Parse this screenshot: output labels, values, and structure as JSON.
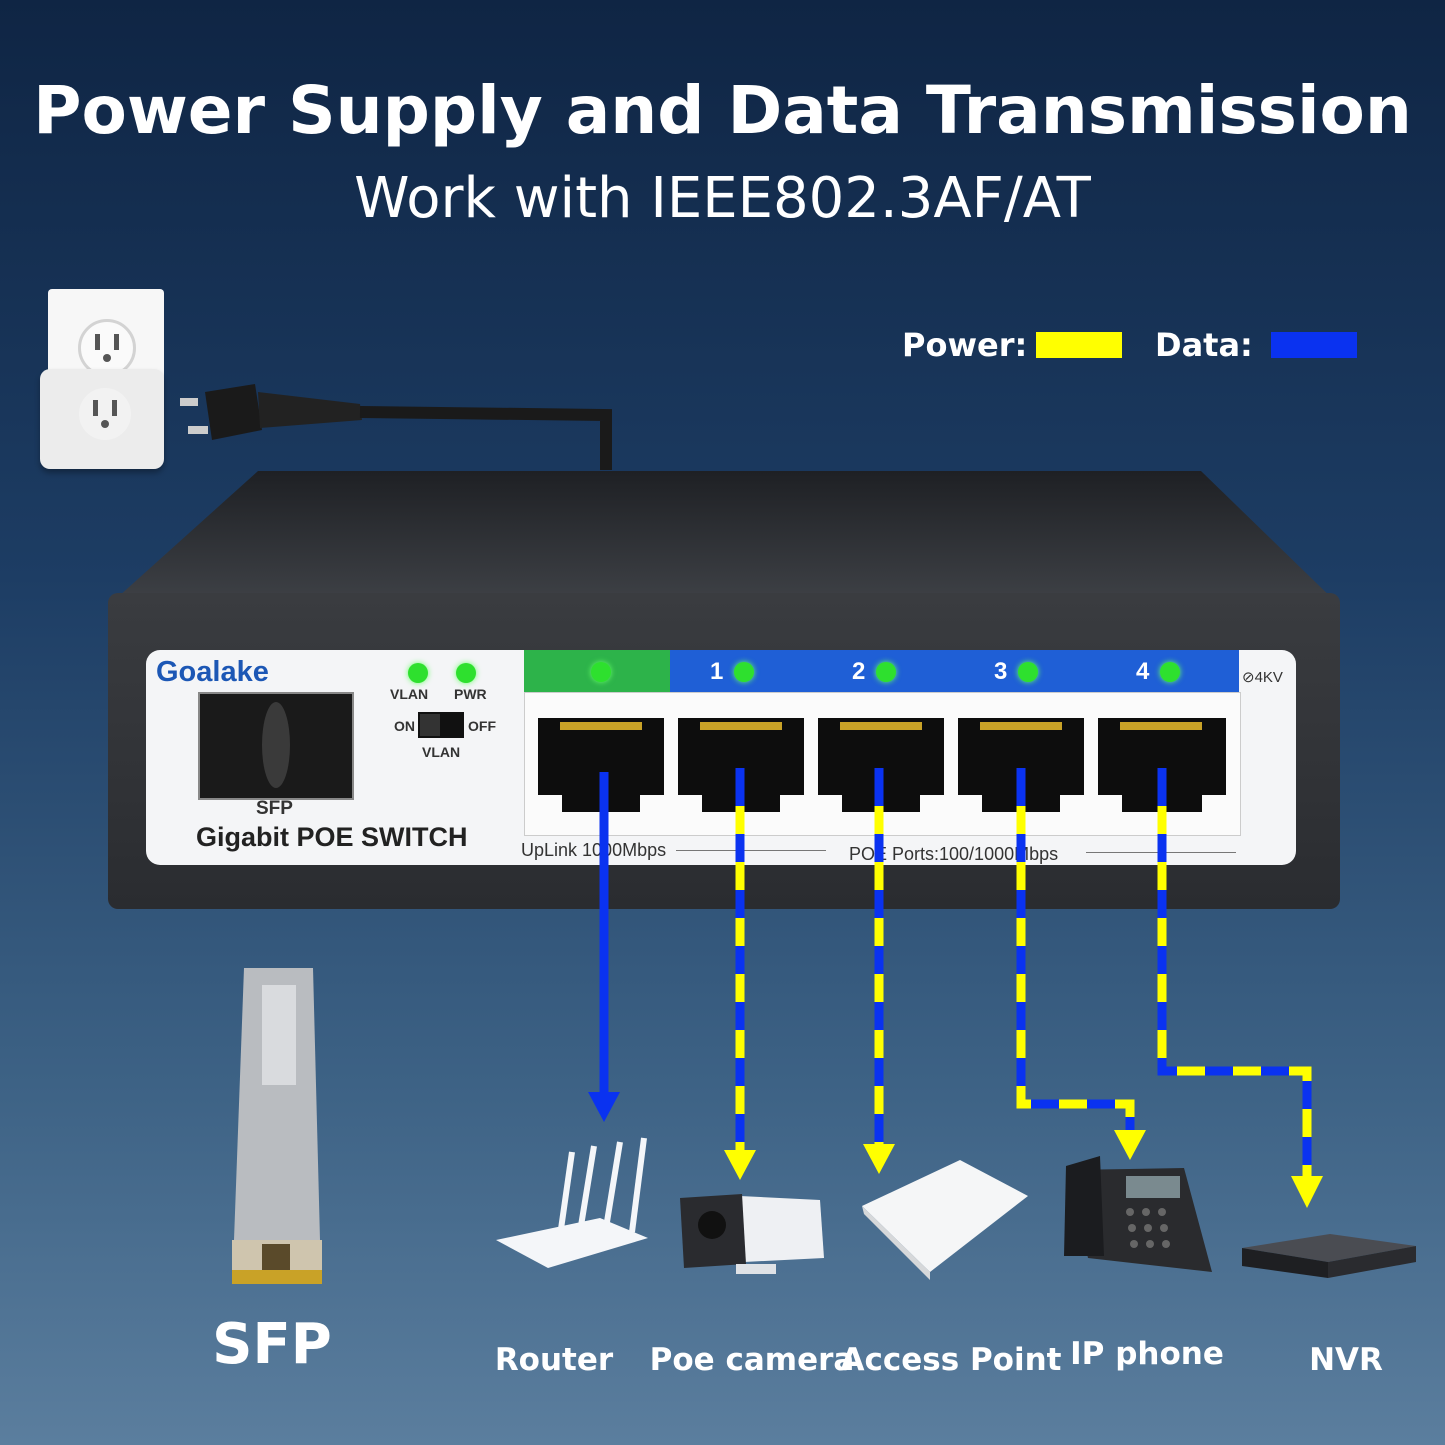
{
  "header": {
    "title": "Power Supply and Data Transmission",
    "subtitle": "Work with IEEE802.3AF/AT"
  },
  "legend": {
    "power_label": "Power:",
    "data_label": "Data:",
    "power_color": "#ffff00",
    "data_color": "#0a32f0"
  },
  "switch": {
    "brand": "Goalake",
    "led_vlan": "VLAN",
    "led_pwr": "PWR",
    "toggle_on": "ON",
    "toggle_off": "OFF",
    "toggle_name": "VLAN",
    "sfp_slot_label": "SFP",
    "model_label": "Gigabit POE SWITCH",
    "surge_label": "⊘4KV",
    "port_numbers": [
      "1",
      "2",
      "3",
      "4"
    ],
    "uplink_label": "UpLink 1000Mbps",
    "poe_label": "POE Ports:100/1000Mbps"
  },
  "module": {
    "label": "SFP"
  },
  "devices": [
    "Router",
    "Poe camera",
    "Access Point",
    "IP phone",
    "NVR"
  ],
  "icons": [
    "power-outlet-icon",
    "power-plug-icon",
    "router-icon",
    "camera-icon",
    "access-point-icon",
    "ip-phone-icon",
    "nvr-icon",
    "sfp-module-icon"
  ]
}
